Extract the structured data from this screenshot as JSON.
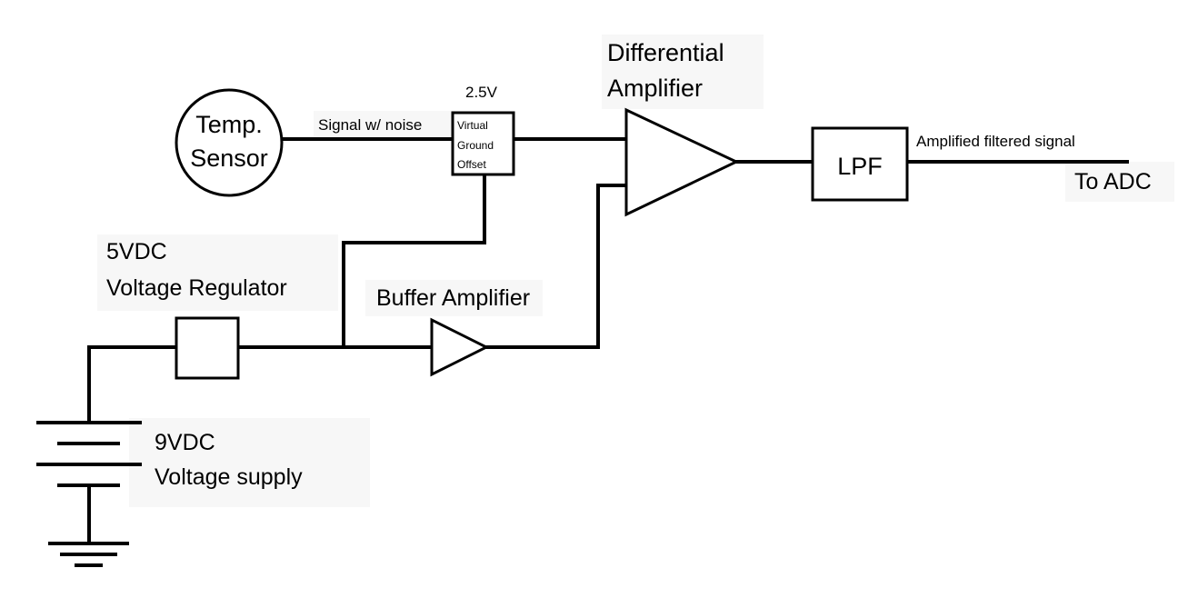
{
  "diagram": {
    "sensor": {
      "line1": "Temp.",
      "line2": "Sensor"
    },
    "signal_noise": "Signal w/ noise",
    "vg_voltage": "2.5V",
    "vg_offset": {
      "line1": "Virtual",
      "line2": "Ground",
      "line3": "Offset"
    },
    "diff_amp": {
      "line1": "Differential",
      "line2": "Amplifier"
    },
    "lpf": "LPF",
    "output_signal": "Amplified filtered signal",
    "to_adc": "To ADC",
    "regulator": {
      "line1": "5VDC",
      "line2": "Voltage Regulator"
    },
    "buffer_amp": "Buffer Amplifier",
    "supply": {
      "line1": "9VDC",
      "line2": "Voltage supply"
    }
  }
}
